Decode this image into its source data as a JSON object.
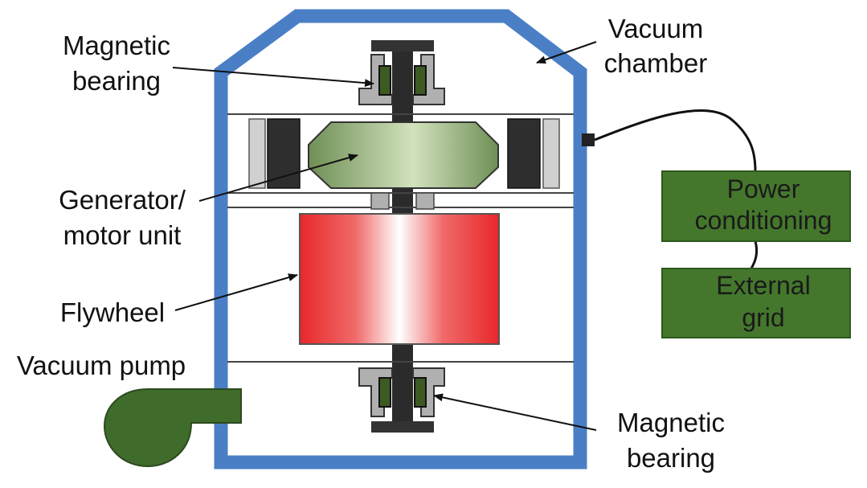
{
  "labels": {
    "magnetic_bearing_top": [
      "Magnetic",
      "bearing"
    ],
    "vacuum_chamber": [
      "Vacuum",
      "chamber"
    ],
    "generator_motor": [
      "Generator/",
      "motor unit"
    ],
    "flywheel": "Flywheel",
    "vacuum_pump": "Vacuum pump",
    "magnetic_bearing_bottom": [
      "Magnetic",
      "bearing"
    ],
    "power_conditioning": [
      "Power",
      "conditioning"
    ],
    "external_grid": [
      "External",
      "grid"
    ]
  },
  "colors": {
    "chamber": "#4a7fc6",
    "flywheel": "#e8272a",
    "generator": "#8fae6e",
    "boxes": "#44772c",
    "pump": "#3f6b2b",
    "stator": "#2e2e2e",
    "bearing": "#a8a8a8"
  }
}
